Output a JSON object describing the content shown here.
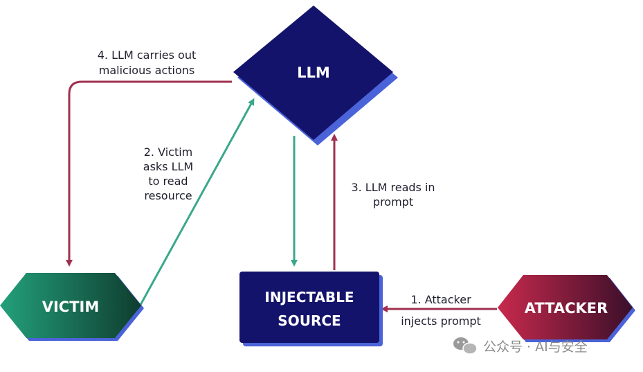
{
  "nodes": {
    "llm": {
      "label": "LLM"
    },
    "victim": {
      "label": "VICTIM"
    },
    "source": {
      "line1": "INJECTABLE",
      "line2": "SOURCE"
    },
    "attacker": {
      "label": "ATTACKER"
    }
  },
  "edges": {
    "step1": {
      "line1": "1. Attacker",
      "line2": "injects prompt"
    },
    "step2": {
      "line1": "2. Victim",
      "line2": "asks LLM",
      "line3": "to read",
      "line4": "resource"
    },
    "step3": {
      "line1": "3. LLM reads in",
      "line2": "prompt"
    },
    "step4": {
      "line1": "4. LLM carries out",
      "line2": "malicious actions"
    }
  },
  "watermark": {
    "text": "公众号 · AI与安全",
    "icon": "wechat-icon"
  },
  "colors": {
    "navy": "#14136b",
    "navy_shadow": "#4a63d8",
    "arrow_red": "#a0304f",
    "arrow_green": "#3aa88a",
    "victim_green": "#1d8a6a",
    "attacker_red": "#a8203f"
  }
}
